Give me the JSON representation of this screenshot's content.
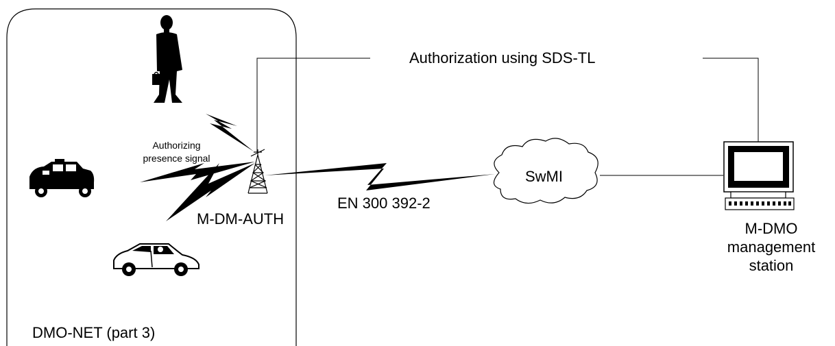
{
  "labels": {
    "sds_tl": "Authorization using SDS-TL",
    "presence_signal": "Authorizing presence signal",
    "auth": "M-DM-AUTH",
    "en": "EN 300 392-2",
    "swmi": "SwMI",
    "station": "M-DMO management station",
    "net": "DMO-NET (part 3)"
  }
}
